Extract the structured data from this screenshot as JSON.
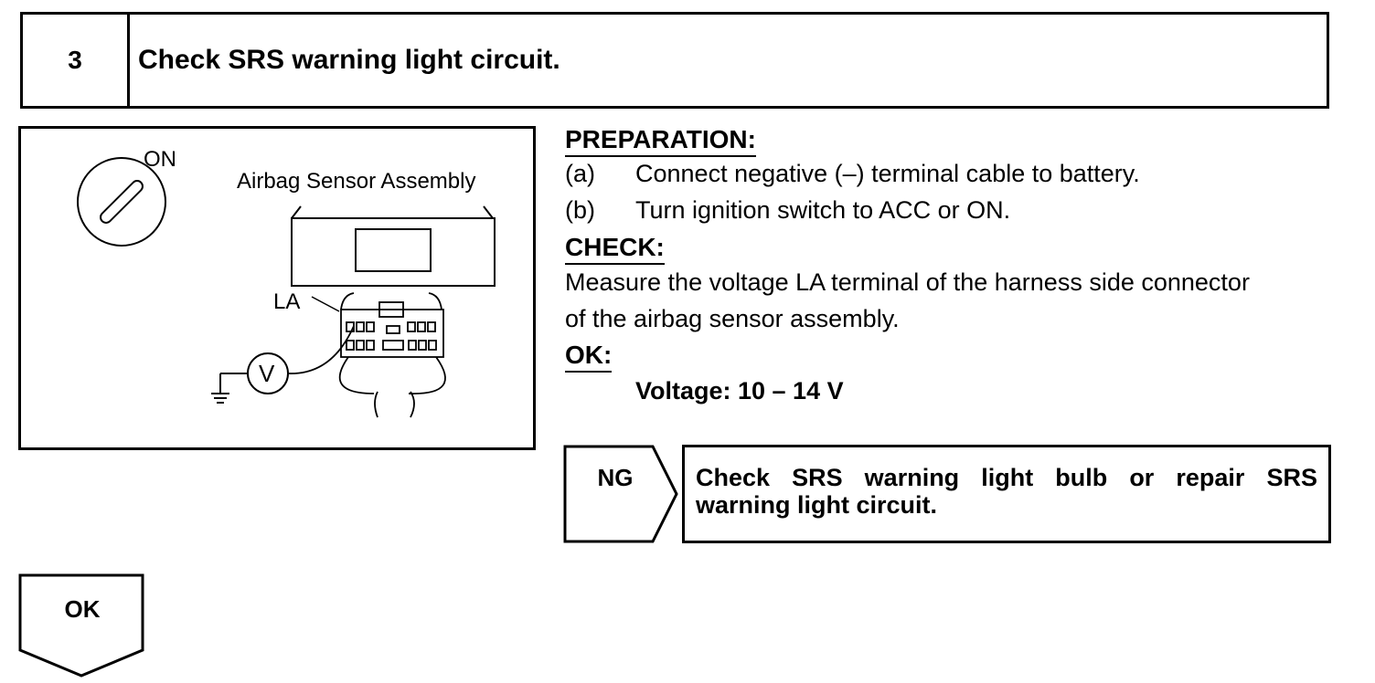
{
  "step": {
    "number": "3",
    "title": "Check SRS warning light circuit."
  },
  "figure": {
    "label_on": "ON",
    "label_assembly": "Airbag Sensor Assembly",
    "label_la": "LA",
    "label_v": "V"
  },
  "preparation": {
    "heading": "PREPARATION:",
    "items": [
      {
        "key": "(a)",
        "text": "Connect negative (–) terminal cable to battery."
      },
      {
        "key": "(b)",
        "text": "Turn ignition switch to ACC or ON."
      }
    ]
  },
  "check": {
    "heading": "CHECK:",
    "lines": [
      "Measure the voltage LA terminal of the harness side connector",
      "of the airbag sensor assembly."
    ]
  },
  "ok_spec": {
    "heading": "OK:",
    "value": "Voltage: 10 – 14 V"
  },
  "ng": {
    "label": "NG",
    "action_line1": "Check SRS warning light bulb or repair SRS",
    "action_line2": "warning light circuit."
  },
  "ok_result": {
    "label": "OK"
  }
}
